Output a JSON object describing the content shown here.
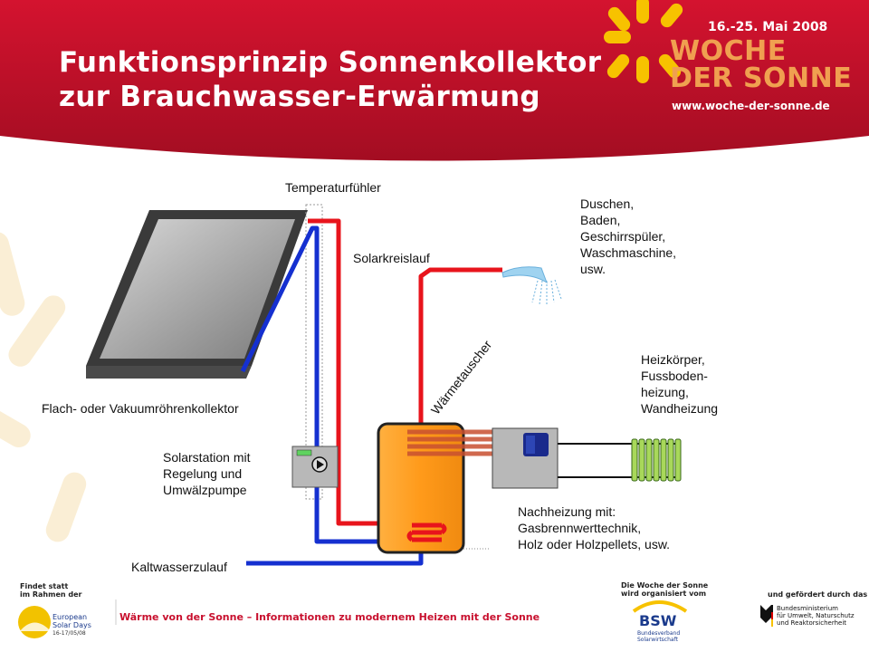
{
  "header": {
    "title_line1": "Funktionsprinzip Sonnenkollektor",
    "title_line2": "zur Brauchwasser-Erwärmung",
    "event_dates": "16.-25. Mai 2008",
    "event_name_line1": "WOCHE",
    "event_name_line2": "DER SONNE",
    "event_url": "www.woche-der-sonne.de"
  },
  "diagram": {
    "temperaturfuehler": "Temperaturfühler",
    "solarkreislauf": "Solarkreislauf",
    "kollektor": "Flach- oder Vakuumröhrenkollektor",
    "solarstation": [
      "Solarstation mit",
      "Regelung und",
      "Umwälzpumpe"
    ],
    "kaltwasser": "Kaltwasserzulauf",
    "waermetauscher": "Wärmetauscher",
    "verbraucher": [
      "Duschen,",
      "Baden,",
      "Geschirrspüler,",
      "Waschmaschine,",
      "usw."
    ],
    "heizung": [
      "Heizkörper,",
      "Fussboden-",
      "heizung,",
      "Wandheizung"
    ],
    "nachheizung": [
      "Nachheizung mit:",
      "Gasbrennwerttechnik,",
      "Holz oder Holzpellets, usw."
    ]
  },
  "footer": {
    "findet_line1": "Findet statt",
    "findet_line2": "im Rahmen der",
    "eu_line1": "European",
    "eu_line2": "Solar Days",
    "eu_dates": "16-17/05/08",
    "tagline": "Wärme von der Sonne – Informationen zu modernem Heizen mit der Sonne",
    "org_line1": "Die Woche der Sonne",
    "org_line2": "wird organisiert vom",
    "bsw_name": "BSW",
    "bsw_sub1": "Bundesverband",
    "bsw_sub2": "Solarwirtschaft",
    "funded_by": "und gefördert durch das",
    "ministry": [
      "Bundesministerium",
      "für Umwelt, Naturschutz",
      "und Reaktorsicherheit"
    ]
  },
  "colors": {
    "header_red": "#c8102e",
    "hot_pipe": "#e8141c",
    "cold_pipe": "#1530d0",
    "tank_orange": "#ff9a1a",
    "sun_yellow": "#f7c200"
  }
}
